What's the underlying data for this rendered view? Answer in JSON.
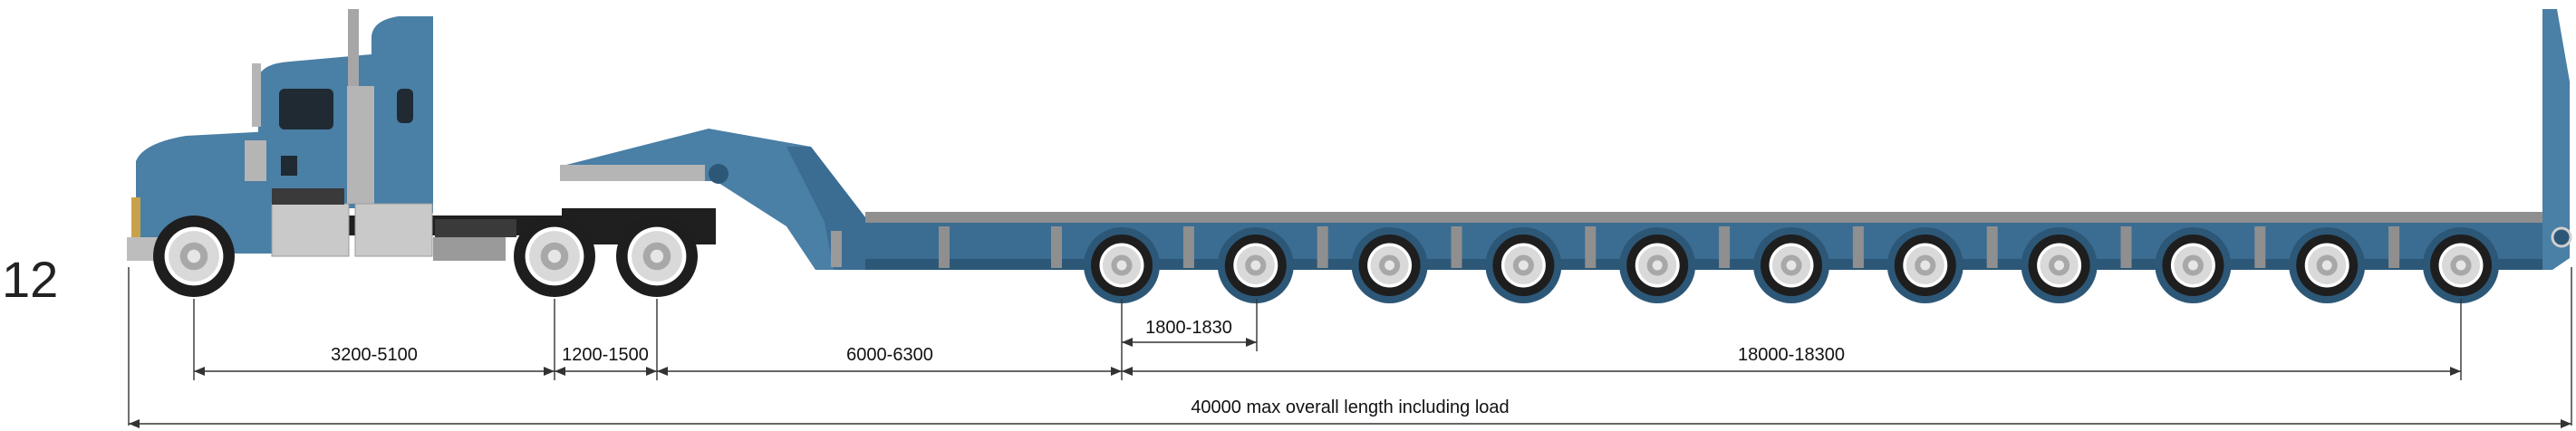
{
  "config_number": "12",
  "colors": {
    "cab_blue": "#4a7fa6",
    "cab_blue_dark": "#3a6c92",
    "trailer_blue": "#3b6d93",
    "trailer_shadow": "#2d5777",
    "deck_grey": "#8f8f8f",
    "chrome": "#bdbdbd",
    "tyre": "#1e1e1e",
    "hub": "#d9d9d9"
  },
  "dimensions": {
    "wheelbase": "3200-5100",
    "drive_spread": "1200-1500",
    "kingpin_to_first_axle": "6000-6300",
    "axle_spacing": "1800-1830",
    "trailer_axle_group": "18000-18300",
    "overall": "40000 max overall length including load"
  },
  "trailer_axle_count": 11
}
